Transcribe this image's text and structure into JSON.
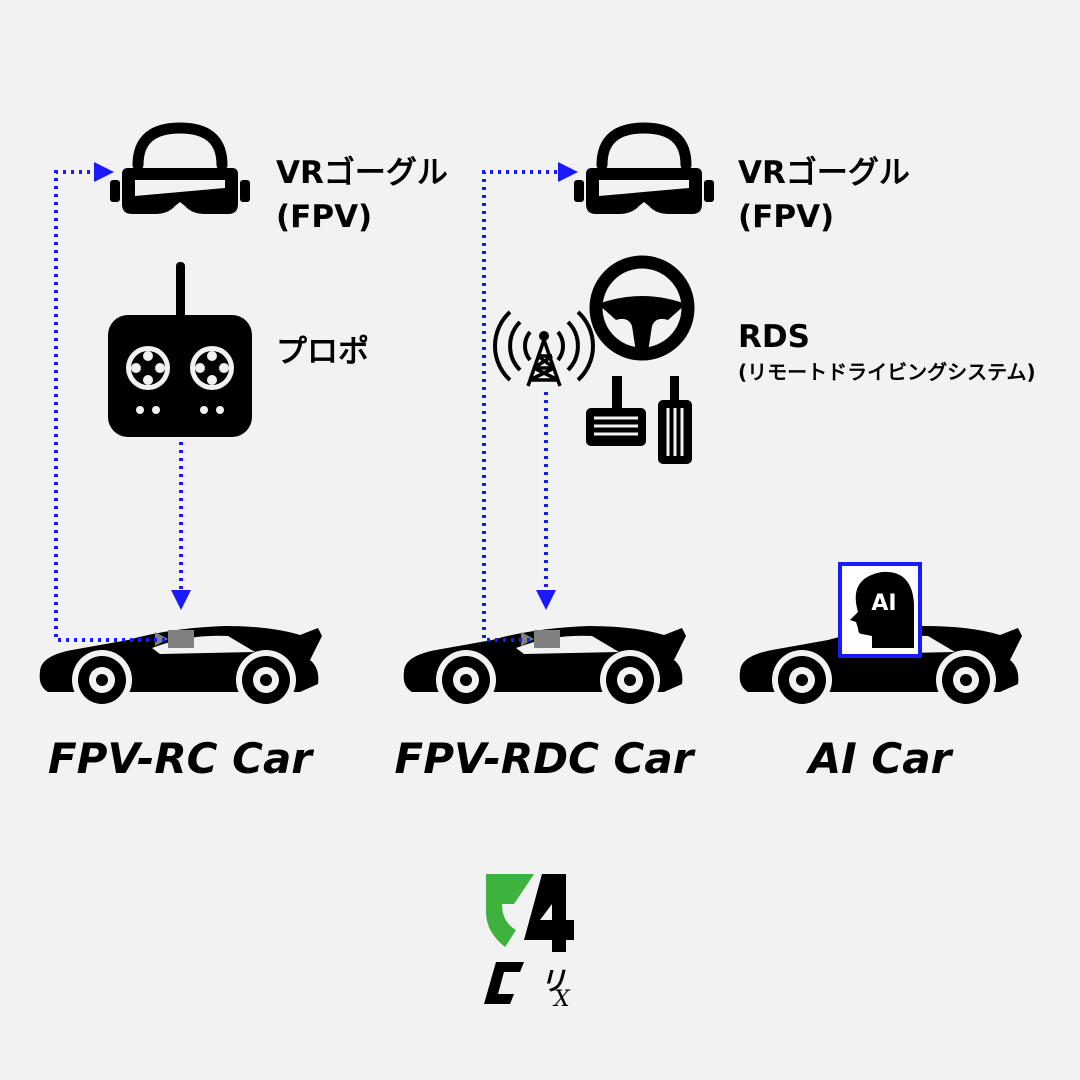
{
  "columns": [
    {
      "title": "FPV-RC Car",
      "goggle": {
        "label_line1": "VRゴーグル",
        "label_line2": "(FPV)"
      },
      "controller": {
        "label": "プロポ"
      }
    },
    {
      "title": "FPV-RDC Car",
      "goggle": {
        "label_line1": "VRゴーグル",
        "label_line2": "(FPV)"
      },
      "controller": {
        "label": "RDS",
        "sublabel": "(リモートドライビングシステム)"
      }
    },
    {
      "title": "AI Car",
      "ai_badge": "AI"
    }
  ],
  "logo": {
    "text": "C",
    "superscript": "リ",
    "subscript": "X"
  },
  "colors": {
    "arrow": "#1a1aff",
    "ai_frame": "#1a1aff",
    "logo_green": "#3db33d",
    "camera": "#808080"
  },
  "icons": [
    "vr-goggle-icon",
    "remote-controller-icon",
    "steering-wheel-icon",
    "pedals-icon",
    "radio-tower-icon",
    "sports-car-icon",
    "ai-head-icon",
    "logo-icon"
  ]
}
